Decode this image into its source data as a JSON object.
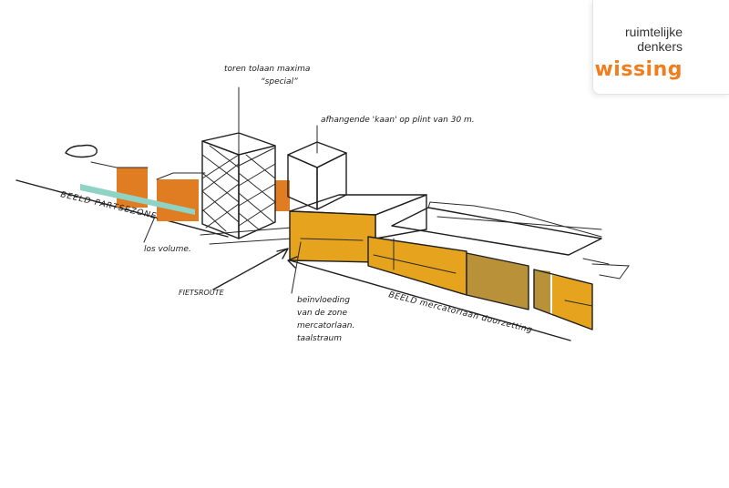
{
  "logo": {
    "line1": "ruimtelijke",
    "line2": "denkers",
    "brand": "wissing"
  },
  "annotations": {
    "tower": "toren tolaan maxima",
    "tower_sub": "“special”",
    "box_note": "afhangende 'kaan' op plint van 30 m.",
    "zone_left": "BEELD PARTSEZONE.",
    "loose_volume": "los volume.",
    "bike_route": "FIETSROUTE",
    "influence_1": "beïnvloeding",
    "influence_2": "van de zone",
    "influence_3": "mercatorlaan.",
    "influence_4": "taalstraum",
    "zone_right": "BEELD mercatorlaan doorzetting"
  },
  "colors": {
    "orange": "#e07d22",
    "amber": "#e6a41e",
    "olive": "#b89138",
    "teal": "#8fd3c4",
    "ink": "#1e1e1e",
    "brand": "#f07d1e"
  }
}
